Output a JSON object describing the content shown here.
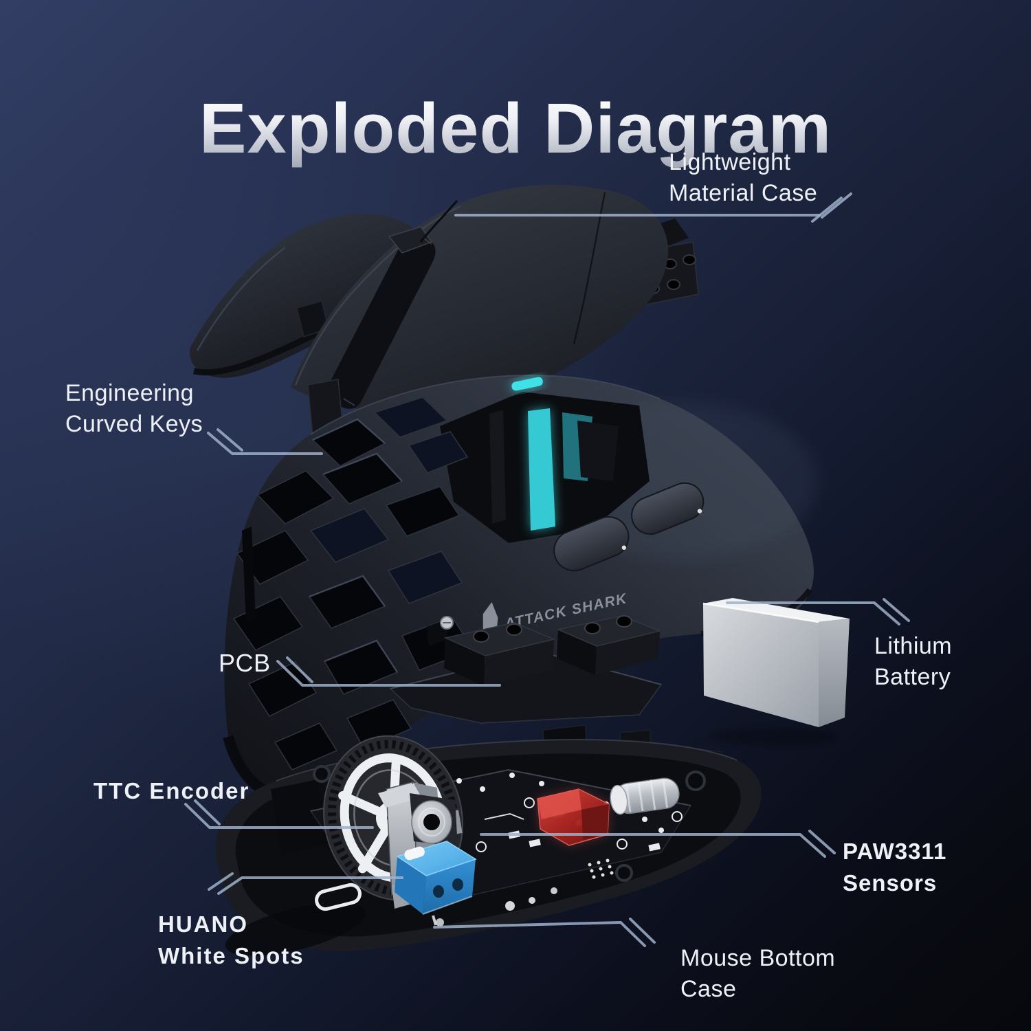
{
  "title": "Exploded Diagram",
  "product": {
    "logo": "ATTACK SHARK",
    "logo_sub": "^^^^^"
  },
  "labels": {
    "lightweight": {
      "line1": "Lightweight",
      "line2": "Material Case"
    },
    "engineering": {
      "line1": "Engineering",
      "line2": "Curved Keys"
    },
    "pcb": {
      "text": "PCB"
    },
    "lithium": {
      "line1": "Lithium",
      "line2": "Battery"
    },
    "ttc": {
      "text": "TTC Encoder"
    },
    "paw": {
      "line1": "PAW3311",
      "line2": "Sensors"
    },
    "huano": {
      "line1": "HUANO",
      "line2": "White Spots"
    },
    "bottom": {
      "line1": "Mouse Bottom",
      "line2": "Case"
    }
  },
  "colors": {
    "background_top": "#323e64",
    "background_bottom": "#07080d",
    "title_gradient_top": "#ffffff",
    "title_gradient_bottom": "#9ba1af",
    "label_text": "#eef1f6",
    "callout_line": "#9fb0c9",
    "led_cyan": "#3fe0e6",
    "glow_teal": "#35c9d4",
    "switch_blue": "#45aae4",
    "sensor_red": "#c03230",
    "battery_silver": "#c9ccd1",
    "wheel_white": "#edf0f3",
    "shell_dark": "#23262e",
    "logo_gray": "#8a8f99"
  }
}
